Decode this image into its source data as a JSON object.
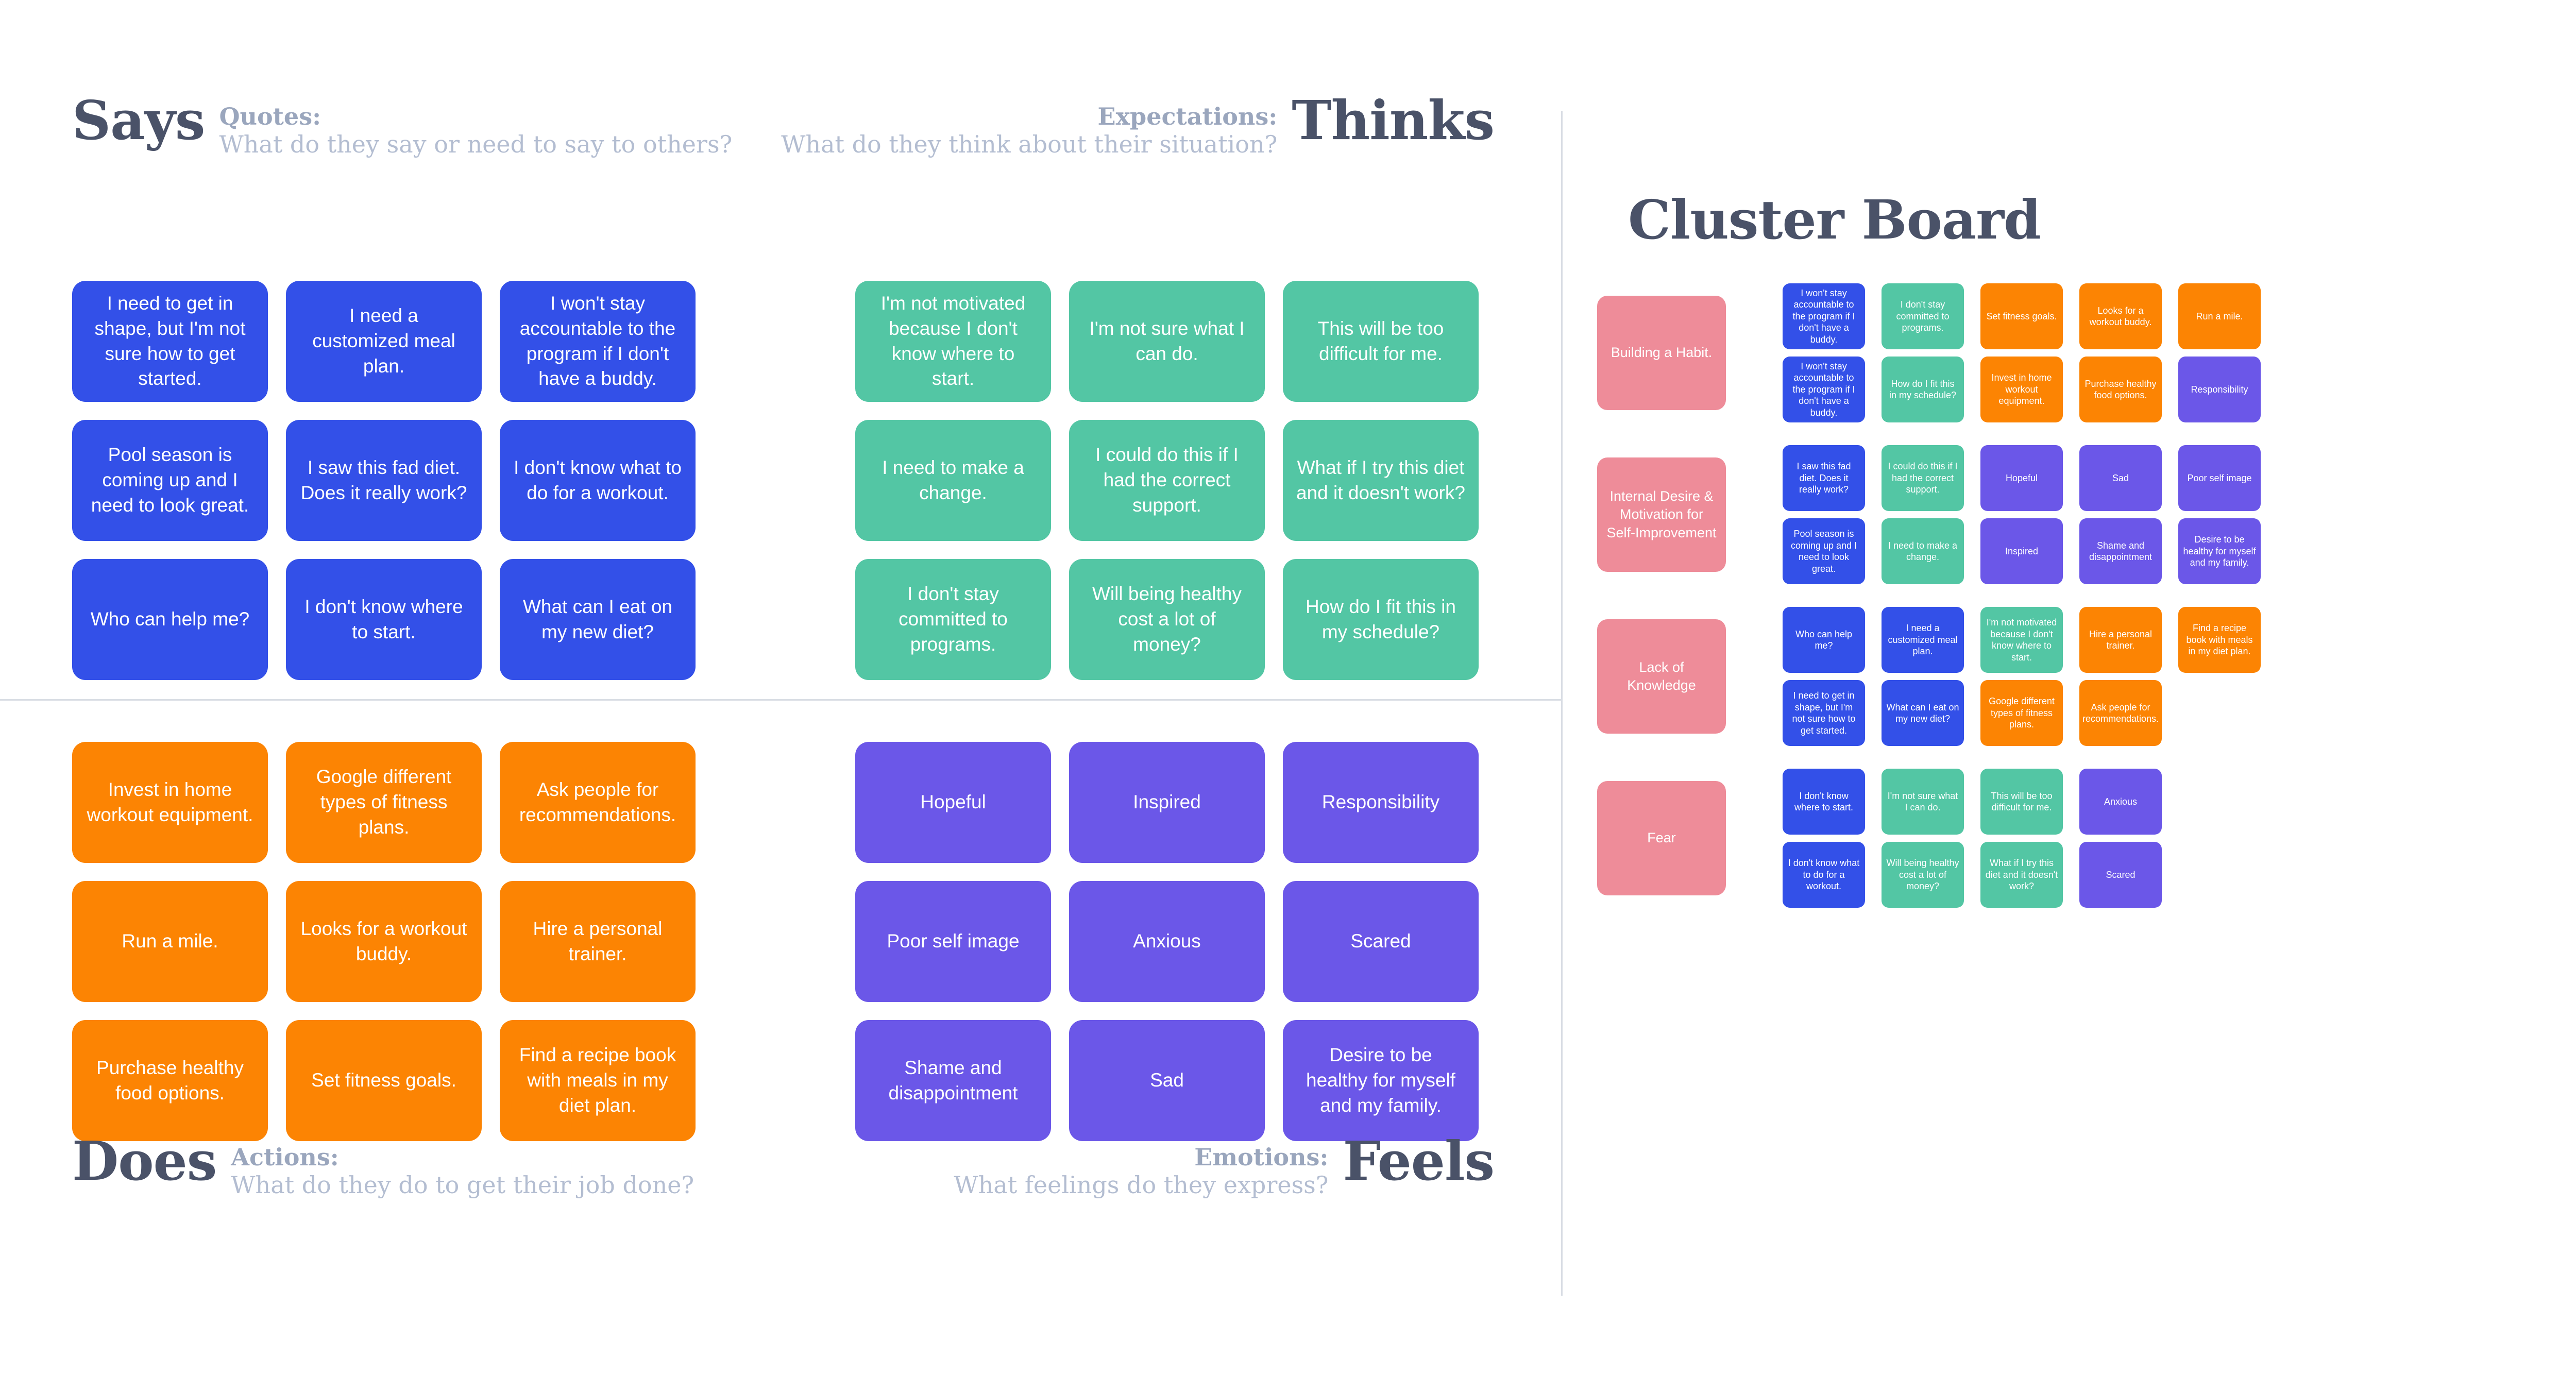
{
  "empathy_map": {
    "quadrants": [
      {
        "id": "says",
        "title": "Says",
        "label": "Quotes:",
        "question": "What do they say or need to say to others?",
        "color": "#3350e8",
        "cards": [
          "I need to get in shape, but I'm not sure how to get started.",
          "I need a customized meal plan.",
          "I won't stay accountable to the program if I don't have a buddy.",
          "Pool season is coming up and I need to look great.",
          "I saw this fad diet. Does it really work?",
          "I don't know what to do for a workout.",
          "Who can help me?",
          "I don't know where to start.",
          "What can I eat on my new diet?"
        ]
      },
      {
        "id": "thinks",
        "title": "Thinks",
        "label": "Expectations:",
        "question": "What do they think about their situation?",
        "color": "#53c6a4",
        "cards": [
          "I'm not motivated because I don't know where to start.",
          "I'm not sure what I can do.",
          "This will be too difficult for me.",
          "I need to make a change.",
          "I could do this if I had the correct support.",
          "What if I try this diet and it doesn't work?",
          "I don't stay committed to programs.",
          "Will being healthy cost a lot of money?",
          "How do I fit this in my schedule?"
        ]
      },
      {
        "id": "does",
        "title": "Does",
        "label": "Actions:",
        "question": "What do they do to get their job done?",
        "color": "#fc8403",
        "cards": [
          "Invest in home workout equipment.",
          "Google different types of fitness plans.",
          "Ask people for recommendations.",
          "Run a mile.",
          "Looks for a workout buddy.",
          "Hire a personal trainer.",
          "Purchase healthy food options.",
          "Set fitness goals.",
          "Find a recipe book with meals in my diet plan."
        ]
      },
      {
        "id": "feels",
        "title": "Feels",
        "label": "Emotions:",
        "question": "What feelings do they express?",
        "color": "#6b57e8",
        "cards": [
          "Hopeful",
          "Inspired",
          "Responsibility",
          "Poor self image",
          "Anxious",
          "Scared",
          "Shame and disappointment",
          "Sad",
          "Desire to be healthy for myself and my family."
        ]
      }
    ]
  },
  "cluster_board": {
    "title": "Cluster Board",
    "label_color": "#ee8c99",
    "rows": [
      {
        "label": "Building a Habit.",
        "cards": [
          {
            "text": "I won't stay accountable to the program if I don't have a buddy.",
            "color": "blue"
          },
          {
            "text": "I don't stay committed to programs.",
            "color": "green"
          },
          {
            "text": "Set fitness goals.",
            "color": "orange"
          },
          {
            "text": "Looks for a workout buddy.",
            "color": "orange"
          },
          {
            "text": "Run a mile.",
            "color": "orange"
          },
          {
            "text": "I won't stay accountable to the program if I don't have a buddy.",
            "color": "blue"
          },
          {
            "text": "How do I fit this in my schedule?",
            "color": "green"
          },
          {
            "text": "Invest in home workout equipment.",
            "color": "orange"
          },
          {
            "text": "Purchase healthy food options.",
            "color": "orange"
          },
          {
            "text": "Responsibility",
            "color": "purple"
          }
        ]
      },
      {
        "label": "Internal Desire & Motivation for Self-Improvement",
        "cards": [
          {
            "text": "I saw this fad diet. Does it really work?",
            "color": "blue"
          },
          {
            "text": "I could do this if I had the correct support.",
            "color": "green"
          },
          {
            "text": "Hopeful",
            "color": "purple"
          },
          {
            "text": "Sad",
            "color": "purple"
          },
          {
            "text": "Poor self image",
            "color": "purple"
          },
          {
            "text": "Pool season is coming up and I need to look great.",
            "color": "blue"
          },
          {
            "text": "I need to make a change.",
            "color": "green"
          },
          {
            "text": "Inspired",
            "color": "purple"
          },
          {
            "text": "Shame and disappointment",
            "color": "purple"
          },
          {
            "text": "Desire to be healthy for myself and my family.",
            "color": "purple"
          }
        ]
      },
      {
        "label": "Lack of Knowledge",
        "cards": [
          {
            "text": "Who can help me?",
            "color": "blue"
          },
          {
            "text": "I need a customized meal plan.",
            "color": "blue"
          },
          {
            "text": "I'm not motivated because I don't know where to start.",
            "color": "green"
          },
          {
            "text": "Hire a personal trainer.",
            "color": "orange"
          },
          {
            "text": "Find a recipe book with meals in my diet plan.",
            "color": "orange"
          },
          {
            "text": "I need to get in shape, but I'm not sure how to get started.",
            "color": "blue"
          },
          {
            "text": "What can I eat on my new diet?",
            "color": "blue"
          },
          {
            "text": "Google different types of fitness plans.",
            "color": "orange"
          },
          {
            "text": "Ask people for recommendations.",
            "color": "orange"
          },
          {
            "text": "",
            "color": "empty"
          }
        ]
      },
      {
        "label": "Fear",
        "cards": [
          {
            "text": "I don't know where to start.",
            "color": "blue"
          },
          {
            "text": "I'm not sure what I can do.",
            "color": "green"
          },
          {
            "text": "This will be too difficult for me.",
            "color": "green"
          },
          {
            "text": "Anxious",
            "color": "purple"
          },
          {
            "text": "",
            "color": "empty"
          },
          {
            "text": "I don't know what to do for a workout.",
            "color": "blue"
          },
          {
            "text": "Will being healthy cost a lot of money?",
            "color": "green"
          },
          {
            "text": "What if I try this diet and it doesn't work?",
            "color": "green"
          },
          {
            "text": "Scared",
            "color": "purple"
          },
          {
            "text": "",
            "color": "empty"
          }
        ]
      }
    ]
  }
}
